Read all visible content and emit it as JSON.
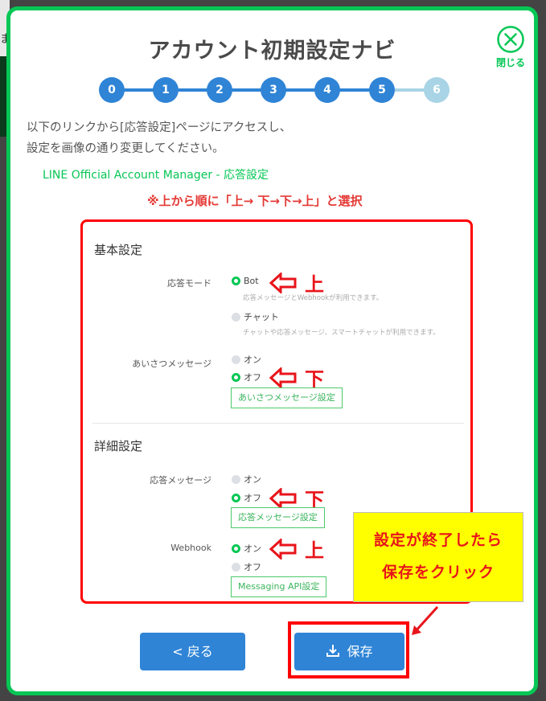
{
  "background": {
    "edge_text": "ま"
  },
  "modal": {
    "title": "アカウント初期設定ナビ",
    "close_label": "閉じる",
    "border_color": "#06c755"
  },
  "stepper": {
    "steps": [
      {
        "label": "0",
        "state": "done"
      },
      {
        "label": "1",
        "state": "done"
      },
      {
        "label": "2",
        "state": "done"
      },
      {
        "label": "3",
        "state": "done"
      },
      {
        "label": "4",
        "state": "done"
      },
      {
        "label": "5",
        "state": "current"
      },
      {
        "label": "6",
        "state": "pending"
      }
    ],
    "active_color": "#2f84d6",
    "pending_color": "#a8d4e6"
  },
  "intro": {
    "line1": "以下のリンクから[応答設定]ページにアクセスし、",
    "line2": "設定を画像の通り変更してください。"
  },
  "link_text": "LINE Official Account Manager - 応答設定",
  "instruction": "※上から順に「上→ 下→下→上」と選択",
  "panel": {
    "basic": {
      "title": "基本設定",
      "response_mode": {
        "label": "応答モード",
        "options": [
          {
            "label": "Bot",
            "desc": "応答メッセージとWebhookが利用できます。",
            "selected": true
          },
          {
            "label": "チャット",
            "desc": "チャットや応答メッセージ、スマートチャットが利用できます。",
            "selected": false
          }
        ],
        "annotation": "上"
      },
      "greeting": {
        "label": "あいさつメッセージ",
        "options": [
          {
            "label": "オン",
            "selected": false
          },
          {
            "label": "オフ",
            "selected": true
          }
        ],
        "button": "あいさつメッセージ設定",
        "annotation": "下"
      }
    },
    "detail": {
      "title": "詳細設定",
      "auto_reply": {
        "label": "応答メッセージ",
        "options": [
          {
            "label": "オン",
            "selected": false
          },
          {
            "label": "オフ",
            "selected": true
          }
        ],
        "button": "応答メッセージ設定",
        "annotation": "下"
      },
      "webhook": {
        "label": "Webhook",
        "options": [
          {
            "label": "オン",
            "selected": true
          },
          {
            "label": "オフ",
            "selected": false
          }
        ],
        "button": "Messaging API設定",
        "annotation": "上"
      }
    }
  },
  "callout": {
    "line1": "設定が終了したら",
    "line2": "保存をクリック"
  },
  "footer": {
    "back_label": "< 戻る",
    "save_label": "保存",
    "save_icon": "download-icon"
  }
}
